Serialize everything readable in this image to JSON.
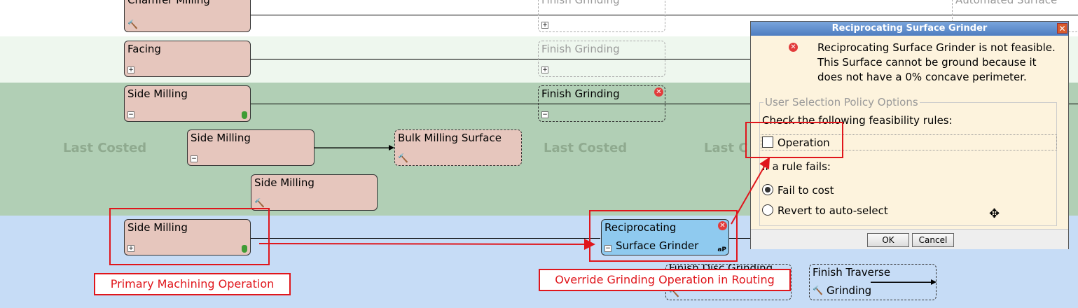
{
  "routing": {
    "nodes": {
      "chamfer": "Chamfer Milling",
      "facing": "Facing",
      "side1": "Side Milling",
      "side2": "Side Milling",
      "side3": "Side Milling",
      "side4": "Side Milling",
      "bulk": "Bulk Milling Surface",
      "fg_top": "Finish Grinding",
      "fg_mid": "Finish Grinding",
      "fg_main": "Finish Grinding",
      "recip_line1": "Reciprocating",
      "recip_line2": "Surface Grinder",
      "recip_badge": "aP",
      "auto_surface": "Automated Surface",
      "ft_line1": "Finish Traverse",
      "ft_line2": "Grinding",
      "fdg": "Finish Disc Grinding"
    },
    "band_labels": {
      "left": "Last Costed",
      "mid": "Last Costed",
      "right": "Last C"
    }
  },
  "callouts": {
    "primary": "Primary Machining Operation",
    "override": "Override Grinding Operation in Routing"
  },
  "dialog": {
    "title": "Reciprocating Surface Grinder",
    "message_line1": "Reciprocating Surface Grinder is not feasible.",
    "message_line2": "This Surface cannot be ground because it",
    "message_line3": "does not have a 0% concave perimeter.",
    "group_title": "User Selection Policy Options",
    "check_prompt": "Check the following feasibility rules:",
    "rule_label": "Operation",
    "fail_prompt": "If a rule fails:",
    "option_fail": "Fail to cost",
    "option_revert": "Revert to auto-select",
    "ok": "OK",
    "cancel": "Cancel",
    "selected_option": "Fail to cost",
    "operation_checked": false
  },
  "colors": {
    "accent_red": "#e0161c",
    "node_fill": "#e6c6bd",
    "selected_node_fill": "#8fcaef",
    "band_green": "#b1cfb5",
    "band_blue": "#c6dcf6"
  }
}
